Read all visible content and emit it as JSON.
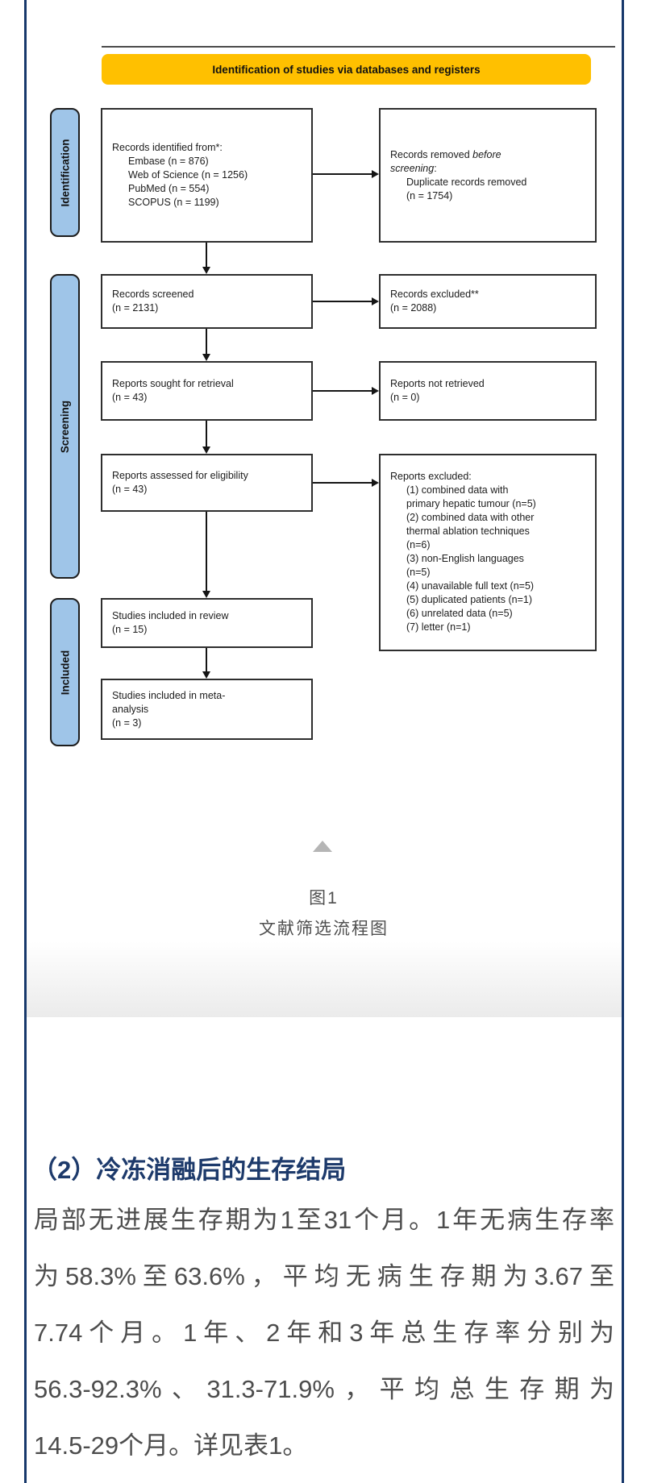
{
  "colors": {
    "accent_navy": "#17386b",
    "header_yellow": "#ffc000",
    "stage_blue": "#9fc5e8"
  },
  "flowchart": {
    "header": "Identification of studies via databases and registers",
    "stage_identification": "Identification",
    "stage_screening": "Screening",
    "stage_included": "Included",
    "box_identified": {
      "lines": [
        "Records identified from*:",
        "Embase (n = 876)",
        "Web of Science (n = 1256)",
        "PubMed (n = 554)",
        "SCOPUS (n = 1199)"
      ]
    },
    "box_removed": {
      "normal1": "Records removed ",
      "italic1": "before",
      "italic2": "screening",
      "colon": ":",
      "lines": [
        "Duplicate records removed",
        "(n = 1754)"
      ]
    },
    "box_screened": {
      "lines": [
        "Records screened",
        "(n = 2131)"
      ]
    },
    "box_excluded": {
      "lines": [
        "Records excluded**",
        "(n = 2088)"
      ]
    },
    "box_sought": {
      "lines": [
        "Reports sought for retrieval",
        "(n = 43)"
      ]
    },
    "box_not_retrieved": {
      "lines": [
        "Reports not retrieved",
        "(n = 0)"
      ]
    },
    "box_assessed": {
      "lines": [
        "Reports assessed for eligibility",
        "(n = 43)"
      ]
    },
    "box_reports_excluded": {
      "lines": [
        "Reports excluded:",
        "(1) combined data with",
        "primary hepatic tumour (n=5)",
        "(2) combined data with other",
        "thermal ablation techniques",
        "(n=6)",
        "(3) non-English languages",
        "(n=5)",
        "(4) unavailable full text (n=5)",
        "(5) duplicated patients (n=1)",
        "(6) unrelated data (n=5)",
        "(7) letter (n=1)"
      ]
    },
    "box_review": {
      "lines": [
        "Studies included in review",
        "(n = 15)"
      ]
    },
    "box_meta": {
      "lines": [
        "Studies included in meta-",
        "analysis",
        "(n = 3)"
      ]
    }
  },
  "figure": {
    "caption_label": "图1",
    "caption_title": "文献筛选流程图"
  },
  "article": {
    "heading": "（2）冷冻消融后的生存结局",
    "lines": [
      "局部无进展生存期为1至31个月。1年无病生存率",
      "为58.3%至63.6%，平均无病生存期为3.67至",
      "7.74个月。1年、2年和3年总生存率分别为",
      "56.3-92.3%、31.3-71.9%，平均总生存期为",
      "14.5-29个月。详见表1。"
    ]
  }
}
